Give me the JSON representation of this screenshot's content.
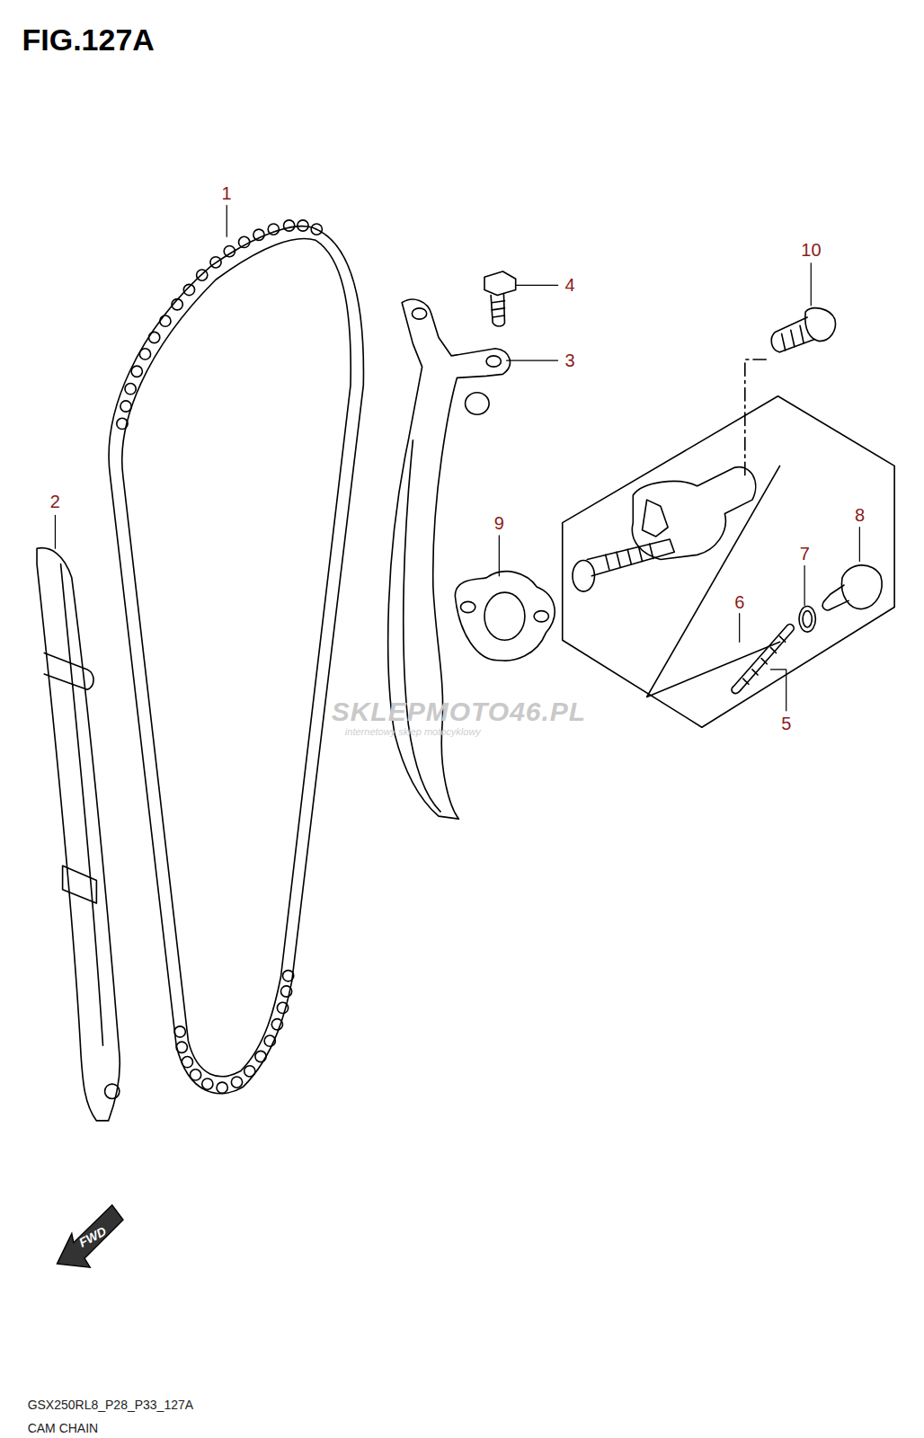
{
  "diagram": {
    "title": "FIG.127A",
    "caption": "CAM CHAIN",
    "labels": [
      "1",
      "2",
      "3",
      "4",
      "5",
      "6",
      "7",
      "8",
      "9",
      "10",
      "SKLEPMOTO46.PL",
      "internetowy sklep motocyklowy",
      "FWD",
      "GSX250RL8_P28_P33_127A"
    ]
  }
}
